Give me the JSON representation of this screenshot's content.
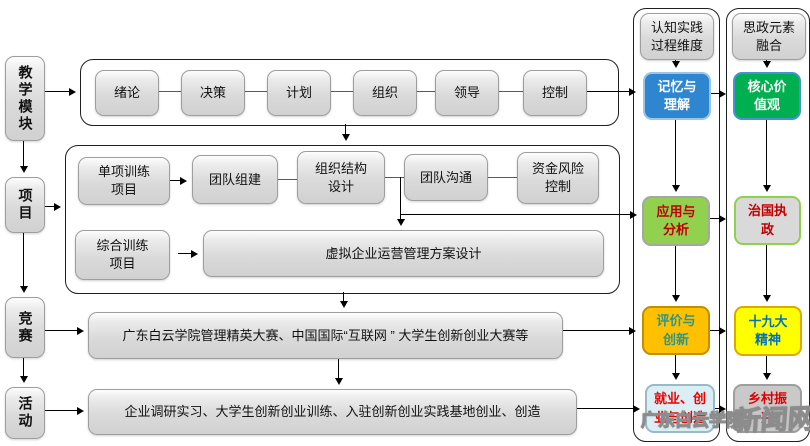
{
  "left_column": {
    "items": [
      "教学模块",
      "项目",
      "竞赛",
      "活动"
    ]
  },
  "module_section": {
    "boxes": [
      "绪论",
      "决策",
      "计划",
      "组织",
      "领导",
      "控制"
    ]
  },
  "project_section": {
    "single_training": "单项训练\n项目",
    "team_building": "团队组建",
    "org_structure": "组织结构\n设计",
    "team_communication": "团队沟通",
    "fund_risk": "资金风险\n控制",
    "comprehensive_training": "综合训练\n项目",
    "virtual_enterprise": "虚拟企业运营管理方案设计"
  },
  "competition_row": {
    "label": "广东白云学院管理精英大赛、中国国际“互联网 ” 大学生创新创业大赛等"
  },
  "activity_row": {
    "label": "企业调研实习、大学生创新创业训练、入驻创新创业实践基地创业、创造"
  },
  "cognitive_column": {
    "header": "认知实践\n过程维度",
    "levels": [
      {
        "label": "记忆与\n理解",
        "bg": "#2e86d0",
        "text": "#ffffff",
        "border": "#9dc3e6"
      },
      {
        "label": "应用与\n分析",
        "bg": "#92d050",
        "text": "#c00000",
        "border": "#a6a6a6"
      },
      {
        "label": "评价与\n创新",
        "bg": "#ffc000",
        "text": "#2e9688",
        "border": "#bf8f00"
      },
      {
        "label": "就业、创\n业与创造",
        "bg": "#daeef3",
        "text": "#ee0000",
        "border": "#9cb9c9"
      }
    ]
  },
  "ideology_column": {
    "header": "思政元素\n融合",
    "levels": [
      {
        "label": "核心价\n值观",
        "bg": "#00b050",
        "text": "#ffffff",
        "border": "#4a90d9"
      },
      {
        "label": "治国执\n政",
        "bg": "#d9d9d9",
        "text": "#c00000",
        "border": "#8fd14f"
      },
      {
        "label": "十九大\n精神",
        "bg": "#ffff00",
        "text": "#0070c0",
        "border": "#dba800"
      },
      {
        "label": "乡村振\n兴",
        "bg": "#c9c9c9",
        "text": "#e00000",
        "border": "#9e9e9e"
      }
    ]
  },
  "watermark": {
    "part1": "广东白云学院",
    "part2": "新闻网"
  }
}
